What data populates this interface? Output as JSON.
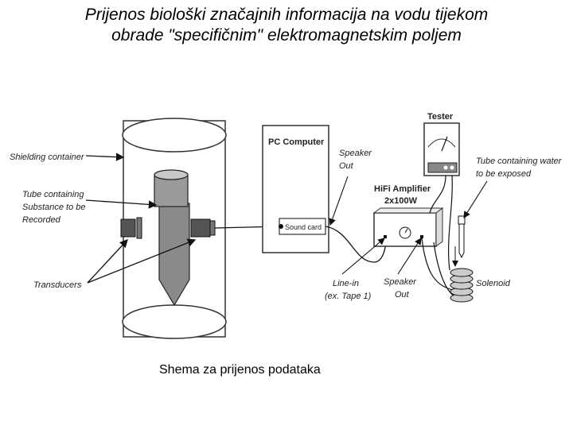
{
  "page": {
    "title_line1": "Prijenos biološki značajnih informacija na vodu tijekom",
    "title_line2": "obrade \"specifičnim\" elektromagnetskim poljem",
    "caption": "Shema za prijenos podataka"
  },
  "diagram": {
    "labels": {
      "shielding_container": "Shielding container",
      "tube_l1": "Tube containing",
      "tube_l2": "Substance to be",
      "tube_l3": "Recorded",
      "transducers": "Transducers",
      "pc_computer": "PC Computer",
      "sound_card": "Sound card",
      "speaker_out_top_l1": "Speaker",
      "speaker_out_top_l2": "Out",
      "tester": "Tester",
      "amp_l1": "HiFi Amplifier",
      "amp_l2": "2x100W",
      "tube_water_l1": "Tube containing water",
      "tube_water_l2": "to be exposed",
      "line_in_l1": "Line-in",
      "line_in_l2": "(ex. Tape 1)",
      "speaker_out_bottom_l1": "Speaker",
      "speaker_out_bottom_l2": "Out",
      "solenoid": "Solenoid"
    }
  }
}
